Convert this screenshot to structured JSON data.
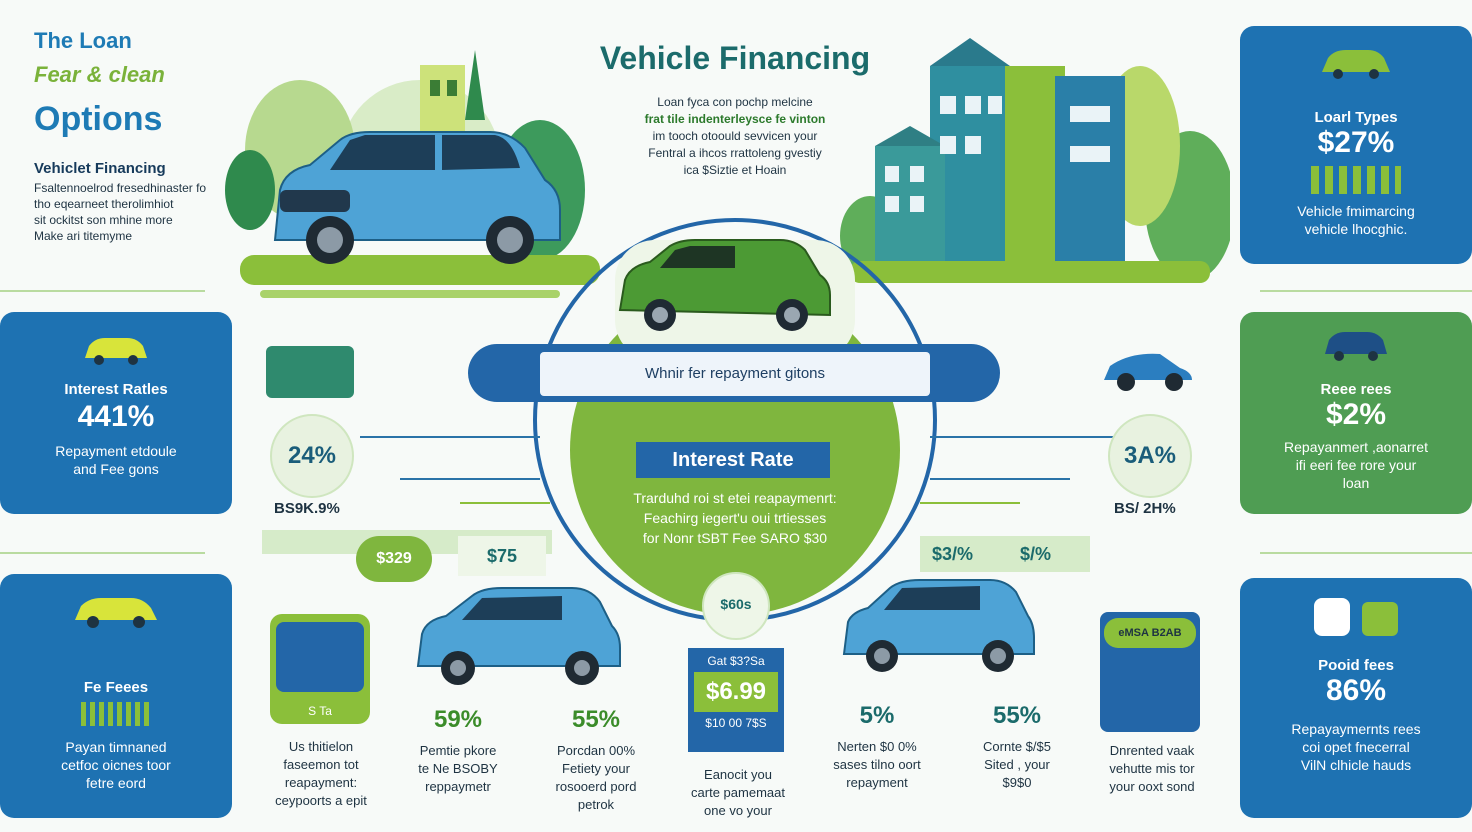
{
  "header": {
    "title_line1": "The Loan",
    "title_line2": "Fear & clean",
    "title_line3": "Options",
    "center_title": "Vehicle Financing",
    "center_intro": [
      "Loan fyca con pochp melcine",
      "frat tile indenterleysce fe vinton",
      "im tooch otoould sevvicen your",
      "Fentral a ihcos rrattoleng gvestiy",
      "ica $Siztie et Hoain"
    ]
  },
  "left_intro": {
    "heading": "Vehiclet Financing",
    "lines": [
      "Fsaltennoelrod fresedhinaster fo",
      "tho eqearneet therolimhiot",
      "sit ockitst son mhine more",
      "Make ari titemyme"
    ]
  },
  "left_panels": [
    {
      "label": "Interest Ratles",
      "value": "441%",
      "sub": [
        "Repayment etdoule",
        "and Fee gons"
      ],
      "icon": "car-icon"
    },
    {
      "label": "Fe Feees",
      "value": "",
      "sub": [
        "Payan timnaned",
        "cetfoc oicnes toor",
        "fetre eord"
      ],
      "icon": "car-icon"
    }
  ],
  "right_panels": [
    {
      "label": "Loarl Types",
      "value": "$27%",
      "sub": [
        "Vehicle fmimarcing",
        "vehicle lhocghic."
      ],
      "icon": "car-icon"
    },
    {
      "label": "Reee rees",
      "value": "$2%",
      "sub": [
        "Repayanmert ,aonarret",
        "ifi eeri fee rore your",
        "loan"
      ],
      "icon": "car-icon"
    },
    {
      "label": "Pooid fees",
      "value": "86%",
      "sub": [
        "Repayaymernts rees",
        "coi opet fnecerral",
        "VilN clhicle hauds"
      ],
      "icon": "car-icon"
    }
  ],
  "banner": {
    "text": "Whnir fer repayment gitons"
  },
  "center": {
    "label": "Interest Rate",
    "lines": [
      "Trarduhd roi st etei reapaymenrt:",
      "Feachirg iegert'u oui trtiesses",
      "for Nonr tSBT Fee SARO $30"
    ]
  },
  "stats": {
    "left_circle": "24%",
    "left_circle_sub": "BS9K.9%",
    "right_circle": "3A%",
    "right_circle_sub": "BS/ 2H%",
    "left_pills": [
      "$329",
      "$75"
    ],
    "right_pills": [
      "$3/%",
      "$/%"
    ],
    "center_small": "$60s",
    "price_tag_top": "Gat $3?Sa",
    "price_tag": "$6.99",
    "price_tag_bottom": "$10 00 7$S",
    "left_box_label": "S Ta"
  },
  "bottom": [
    {
      "pct": "",
      "lines": [
        "Us thitielon",
        "faseemon tot",
        "reapayment:",
        "ceypoorts a epit"
      ]
    },
    {
      "pct": "59%",
      "lines": [
        "Pemtie pkore",
        "te Ne BSOBY",
        "reppaymetr"
      ]
    },
    {
      "pct": "55%",
      "lines": [
        "Porcdan 00%",
        "Fetiety your",
        "rosooerd pord",
        "petrok"
      ]
    },
    {
      "pct": "",
      "lines": [
        "Eanocit you",
        "carte pamemaat",
        "one vo your"
      ]
    },
    {
      "pct": "5%",
      "lines": [
        "Nerten $0 0%",
        "sases tilno oort",
        "repayment"
      ]
    },
    {
      "pct": "55%",
      "lines": [
        "Cornte $/$5",
        "Sited , your",
        "$9$0"
      ]
    },
    {
      "pct": "",
      "lines": [
        "Dnrented vaak",
        "vehutte mis tor",
        "your ooxt sond"
      ]
    }
  ],
  "right_box_labels": [
    "eMSA",
    "B2AB"
  ],
  "colors": {
    "blue": "#1e72b2",
    "green": "#8bbf3a",
    "teal": "#1b6b6b",
    "panel_green": "#4f9d53"
  }
}
